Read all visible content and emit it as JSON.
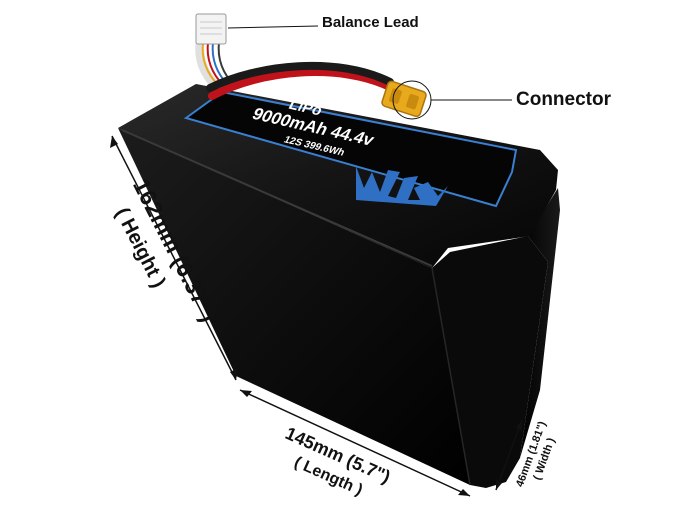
{
  "callouts": {
    "balance_lead": "Balance Lead",
    "connector": "Connector"
  },
  "label_sticker": {
    "chemistry": "LiPo",
    "capacity_voltage": "9000mAh 44.4v",
    "config_energy": "12S 399.6Wh",
    "logo_text": "MA"
  },
  "dimensions": {
    "height_value": "162mm (6.37\")",
    "height_caption": "( Height )",
    "length_value": "145mm (5.7\")",
    "length_caption": "( Length )",
    "width_value": "46mm (1.81\")",
    "width_caption": "( Width )"
  },
  "colors": {
    "battery_body": "#0b0b0b",
    "label_border": "#3a7fd0",
    "wire_red": "#c0121a",
    "connector_yellow": "#e8a91c",
    "logo_blue": "#2f6fc4"
  }
}
